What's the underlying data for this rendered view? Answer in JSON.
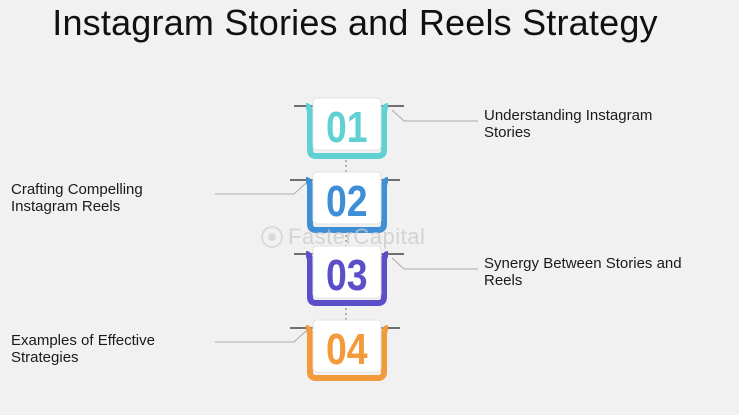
{
  "title": "Instagram Stories and Reels Strategy",
  "watermark": "FasterCapital",
  "steps": [
    {
      "number": "01",
      "label": "Understanding Instagram Stories",
      "color": "#5fd1d2",
      "side": "right"
    },
    {
      "number": "02",
      "label": "Crafting Compelling Instagram Reels",
      "color": "#3f8fd6",
      "side": "left"
    },
    {
      "number": "03",
      "label": "Synergy Between Stories and Reels",
      "color": "#5a4fc8",
      "side": "right"
    },
    {
      "number": "04",
      "label": "Examples of Effective Strategies",
      "color": "#f39a3a",
      "side": "left"
    }
  ]
}
